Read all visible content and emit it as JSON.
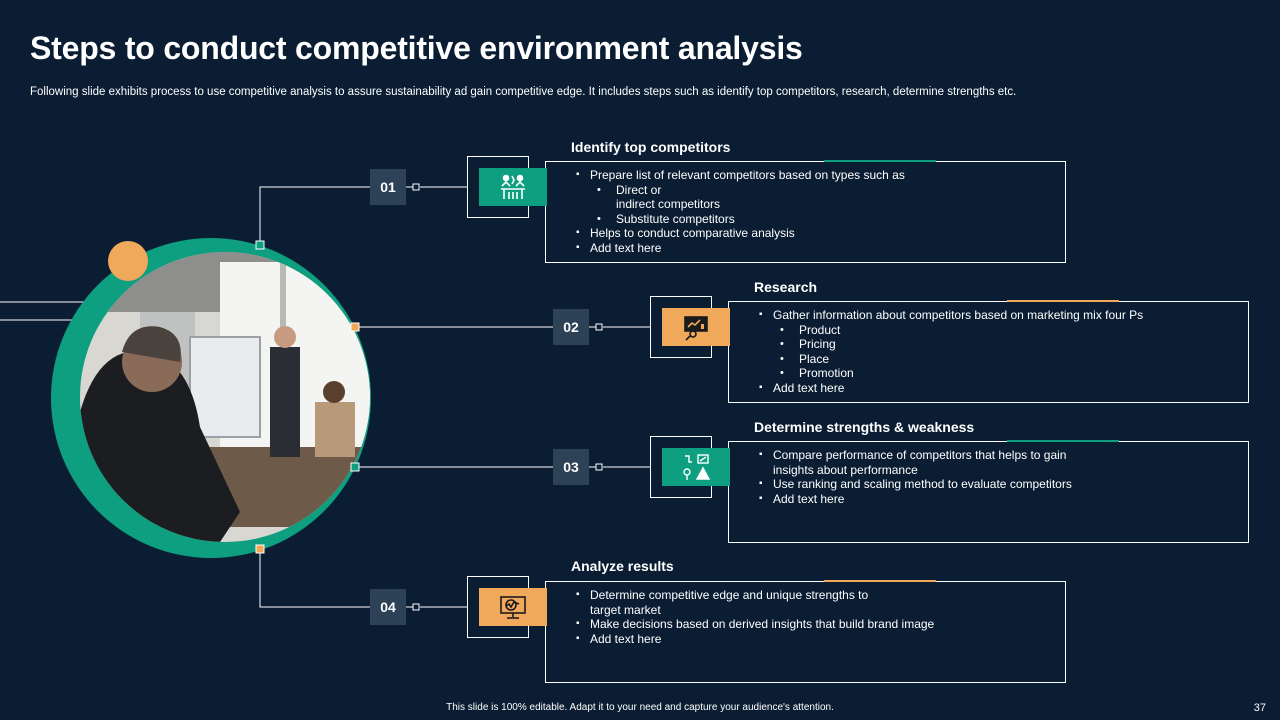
{
  "header": {
    "title": "Steps to conduct competitive environment analysis",
    "subtitle": "Following slide exhibits process to use competitive analysis to assure sustainability ad gain competitive edge. It includes steps such as identify top competitors, research, determine strengths etc."
  },
  "colors": {
    "background": "#0b1d32",
    "teal": "#0e9e80",
    "orange": "#f0a85a",
    "number_box": "#2d4157"
  },
  "steps": [
    {
      "number": "01",
      "title": "Identify top competitors",
      "color": "teal",
      "icon": "meeting-icon",
      "bullets": [
        {
          "level": 1,
          "text": "Prepare list of relevant competitors based on types such as"
        },
        {
          "level": 2,
          "text": "Direct or"
        },
        {
          "level": 3,
          "text": "indirect competitors"
        },
        {
          "level": 2,
          "text": "Substitute competitors"
        },
        {
          "level": 1,
          "text": "Helps to conduct comparative analysis"
        },
        {
          "level": 1,
          "text": "Add text here"
        }
      ]
    },
    {
      "number": "02",
      "title": "Research",
      "color": "orange",
      "icon": "research-presentation-icon",
      "bullets": [
        {
          "level": 1,
          "text": "Gather information about competitors based on marketing mix four Ps"
        },
        {
          "level": 2,
          "text": "Product"
        },
        {
          "level": 2,
          "text": "Pricing"
        },
        {
          "level": 2,
          "text": "Place"
        },
        {
          "level": 2,
          "text": "Promotion"
        },
        {
          "level": 1,
          "text": "Add text here"
        }
      ]
    },
    {
      "number": "03",
      "title": "Determine strengths & weakness",
      "color": "teal",
      "icon": "swot-icon",
      "bullets": [
        {
          "level": 1,
          "text": "Compare performance of competitors that helps to gain"
        },
        {
          "level": 3,
          "text": "insights about performance",
          "indent": 18
        },
        {
          "level": 1,
          "text": "Use ranking and scaling method to evaluate competitors"
        },
        {
          "level": 1,
          "text": "Add text here"
        }
      ]
    },
    {
      "number": "04",
      "title": "Analyze results",
      "color": "orange",
      "icon": "monitor-analysis-icon",
      "bullets": [
        {
          "level": 1,
          "text": "Determine competitive edge and unique strengths to"
        },
        {
          "level": 3,
          "text": "target market",
          "indent": 18
        },
        {
          "level": 1,
          "text": "Make decisions based on derived insights that build brand image"
        },
        {
          "level": 1,
          "text": "Add text here"
        }
      ]
    }
  ],
  "footer": {
    "note": "This slide is 100% editable. Adapt it to your need and capture your audience's attention.",
    "page_number": "37"
  }
}
